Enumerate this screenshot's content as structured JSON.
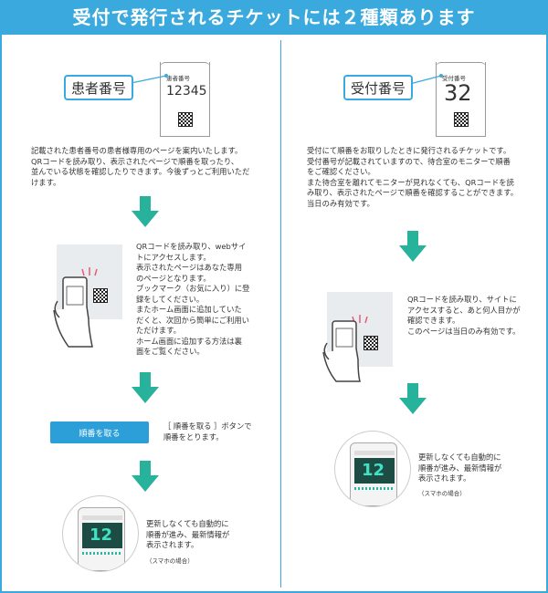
{
  "banner": {
    "title": "受付で発行されるチケットには２種類あります"
  },
  "left": {
    "label": "患者番号",
    "ticket": {
      "caption": "患者番号",
      "number": "12345"
    },
    "intro": [
      "記載された患者番号の患者様専用のページを案内いたします。",
      "QRコードを読み取り、表示されたページで順番を取ったり、",
      "並んでいる状態を確認したりできます。今後ずっとご利用いただ",
      "けます。"
    ],
    "step1": [
      "QRコードを読み取り、webサイ",
      "トにアクセスします。",
      "表示されたページはあなた専用",
      "のページとなります。",
      "ブックマーク（お気に入り）に登",
      "録をしてください。",
      "またホーム画面に追加していた",
      "だくと、次回から簡単にご利用い",
      "ただけます。",
      "ホーム画面に追加する方法は裏",
      "面をご覧ください。"
    ],
    "button_label": "順番を取る",
    "step2": [
      "［ 順番を取る ］ボタンで",
      "順番をとります。"
    ],
    "step3": [
      "更新しなくても自動的に",
      "順番が進み、最新情報が",
      "表示されます。"
    ],
    "note": "（スマホの場合）",
    "screen_number": "12"
  },
  "right": {
    "label": "受付番号",
    "ticket": {
      "caption": "受付番号",
      "number": "32"
    },
    "intro": [
      "受付にて順番をお取りしたときに発行されるチケットです。",
      "受付番号が記載されていますので、待合室のモニターで順番",
      "をご確認ください。",
      "また待合室を離れてモニターが見れなくても、QRコードを読",
      "み取り、表示されたページで順番を確認することができます。",
      "当日のみ有効です。"
    ],
    "step1": [
      "QRコードを読み取り、サイトに",
      "アクセスすると、あと何人目かが",
      "確認できます。",
      "このページは当日のみ有効です。"
    ],
    "step2": [
      "更新しなくても自動的に",
      "順番が進み、最新情報が",
      "表示されます。"
    ],
    "note": "（スマホの場合）",
    "screen_number": "12"
  },
  "colors": {
    "accent": "#3aa9dd",
    "arrow": "#27b39b",
    "button": "#2c9fd9"
  }
}
